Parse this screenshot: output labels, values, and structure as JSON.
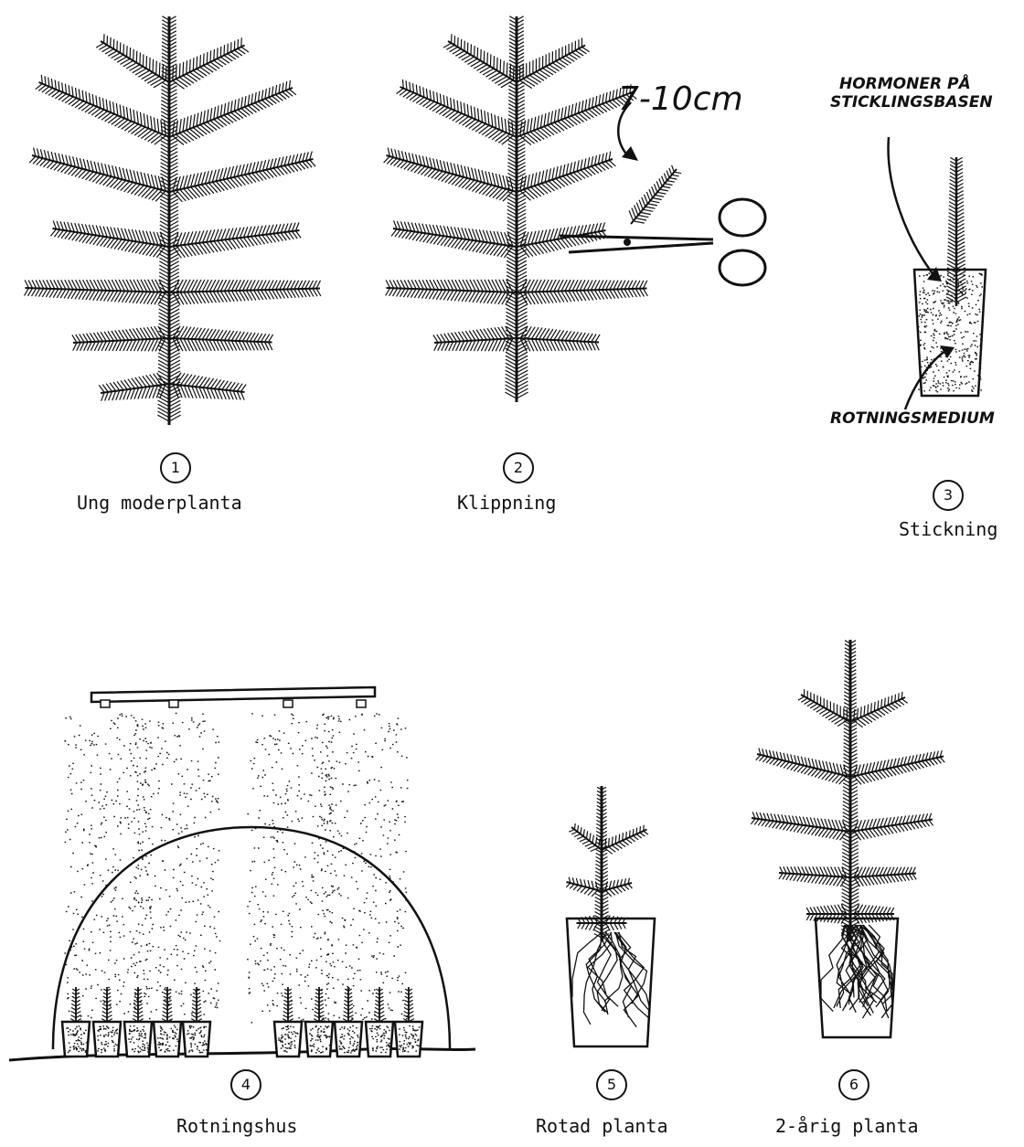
{
  "steps": [
    {
      "number": "1",
      "caption": "Ung moderplanta"
    },
    {
      "number": "2",
      "caption": "Klippning"
    },
    {
      "number": "3",
      "caption": "Stickning"
    },
    {
      "number": "4",
      "caption": "Rotningshus"
    },
    {
      "number": "5",
      "caption": "Rotad planta"
    },
    {
      "number": "6",
      "caption": "2-årig planta"
    }
  ],
  "annotations": {
    "cut_length": "7-10cm",
    "hormone_line1": "HORMONER PÅ",
    "hormone_line2": "STICKLINGSBASEN",
    "medium": "ROTNINGSMEDIUM"
  },
  "ink_color": "#111111"
}
